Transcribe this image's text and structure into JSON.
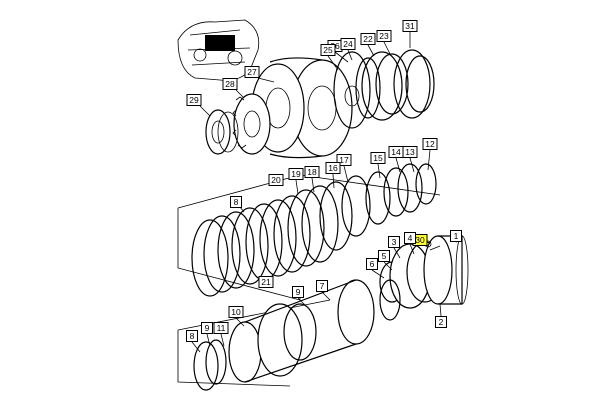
{
  "callouts": [
    {
      "id": "c31",
      "label": "31"
    },
    {
      "id": "c26",
      "label": "26"
    },
    {
      "id": "c24",
      "label": "24"
    },
    {
      "id": "c22",
      "label": "22"
    },
    {
      "id": "c23",
      "label": "23"
    },
    {
      "id": "c25",
      "label": "25"
    },
    {
      "id": "c27",
      "label": "27"
    },
    {
      "id": "c28",
      "label": "28"
    },
    {
      "id": "c29",
      "label": "29"
    },
    {
      "id": "c12",
      "label": "12"
    },
    {
      "id": "c13",
      "label": "13"
    },
    {
      "id": "c14",
      "label": "14"
    },
    {
      "id": "c15",
      "label": "15"
    },
    {
      "id": "c17",
      "label": "17"
    },
    {
      "id": "c16",
      "label": "16"
    },
    {
      "id": "c18",
      "label": "18"
    },
    {
      "id": "c19",
      "label": "19"
    },
    {
      "id": "c20",
      "label": "20"
    },
    {
      "id": "c21",
      "label": "21"
    },
    {
      "id": "c30",
      "label": "30",
      "highlight": true
    },
    {
      "id": "c1",
      "label": "1"
    },
    {
      "id": "c3",
      "label": "3"
    },
    {
      "id": "c4",
      "label": "4"
    },
    {
      "id": "c5",
      "label": "5"
    },
    {
      "id": "c6",
      "label": "6"
    },
    {
      "id": "c2",
      "label": "2"
    },
    {
      "id": "c7",
      "label": "7"
    },
    {
      "id": "c9a",
      "label": "9"
    },
    {
      "id": "c8a",
      "label": "8"
    },
    {
      "id": "c10",
      "label": "10"
    },
    {
      "id": "c9b",
      "label": "9"
    },
    {
      "id": "c11",
      "label": "11"
    },
    {
      "id": "c8b",
      "label": "8"
    }
  ],
  "highlight_color": "#ffff3a"
}
